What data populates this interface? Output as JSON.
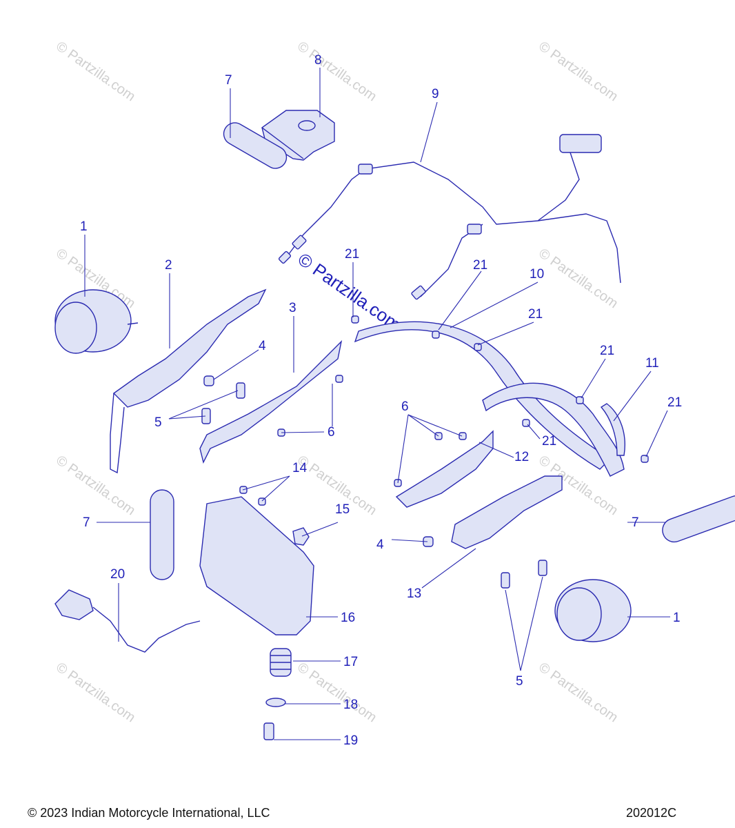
{
  "diagram": {
    "callouts": [
      "1",
      "2",
      "3",
      "4",
      "5",
      "6",
      "7",
      "8",
      "9",
      "10",
      "11",
      "12",
      "13",
      "14",
      "15",
      "16",
      "17",
      "18",
      "19",
      "20",
      "21"
    ]
  },
  "watermark": {
    "small": "© Partzilla.com",
    "large": "© Partzilla.com"
  },
  "footer": {
    "copyright": "© 2023 Indian Motorcycle International, LLC",
    "drawing_number": "202012C"
  },
  "colors": {
    "line": "#2a2ab0",
    "label": "#1f1fb8",
    "fill": "#dfe3f6"
  }
}
